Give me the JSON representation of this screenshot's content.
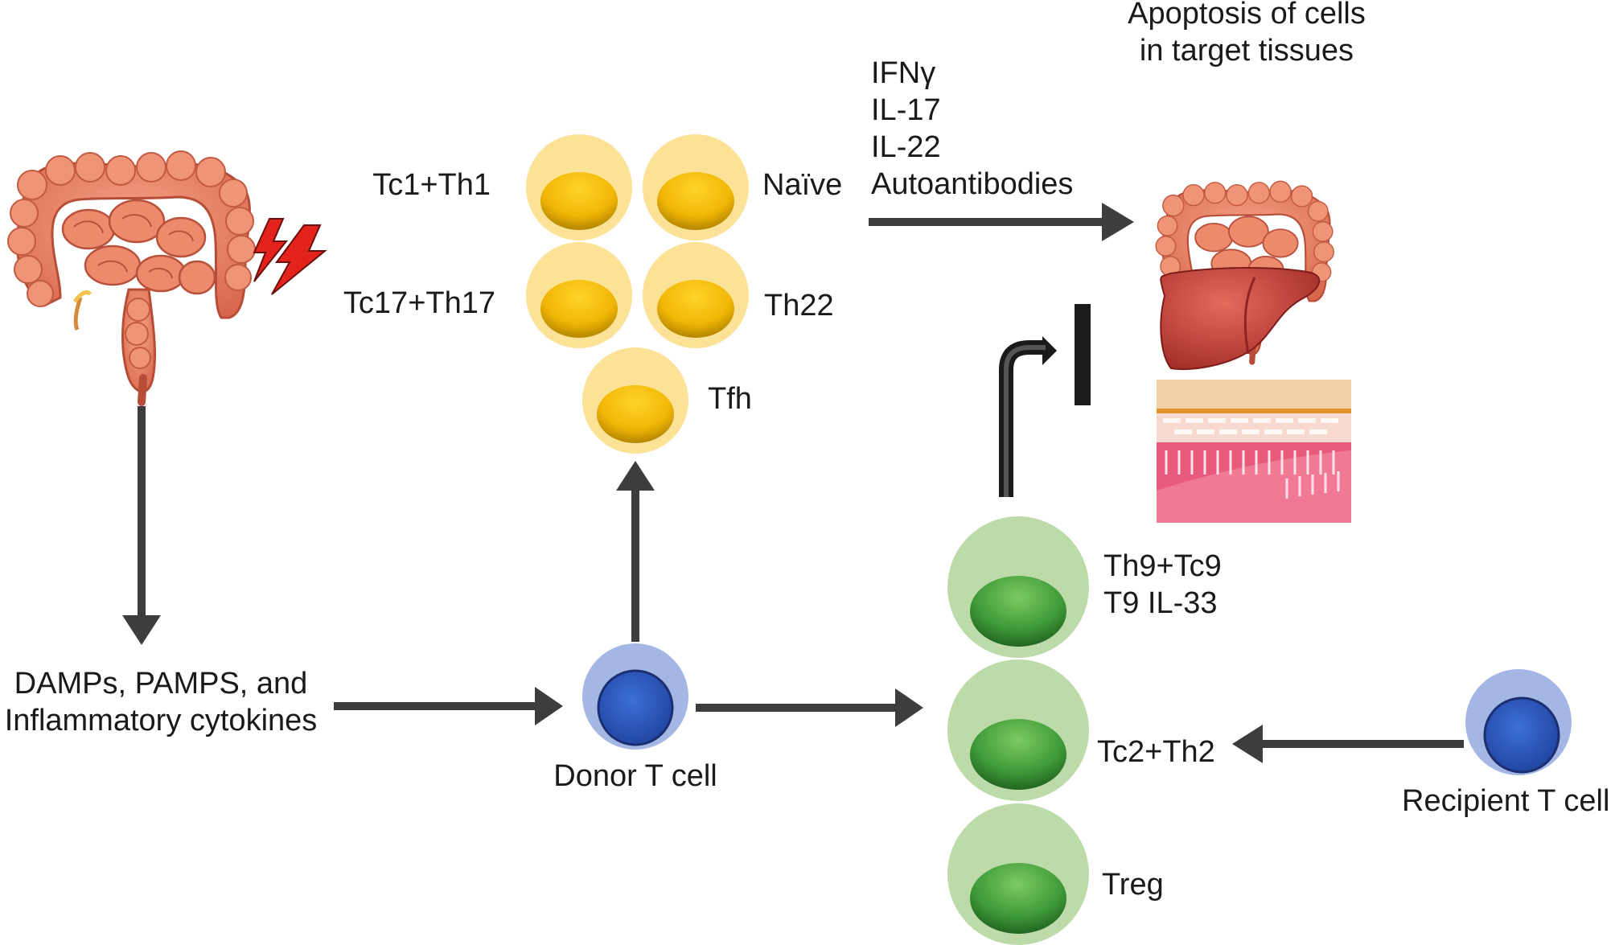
{
  "labels": {
    "tc1_th1": "Tc1+Th1",
    "naive": "Naïve",
    "tc17_th17": "Tc17+Th17",
    "th22": "Th22",
    "tfh": "Tfh",
    "cytokines": [
      "IFNγ",
      "IL-17",
      "IL-22",
      "Autoantibodies"
    ],
    "apoptosis": [
      "Apoptosis of cells",
      "in target tissues"
    ],
    "damps": [
      "DAMPs, PAMPS, and",
      "Inflammatory cytokines"
    ],
    "donor_t_cell": "Donor T cell",
    "th9_tc9": [
      "Th9+Tc9",
      "T9 IL-33"
    ],
    "tc2_th2": "Tc2+Th2",
    "treg": "Treg",
    "recipient_t_cell": "Recipient T cell"
  },
  "colors": {
    "effector_cell_outer": "#fbe296",
    "effector_cell_nucleus": "#f2b705",
    "regulatory_cell_outer": "#bcdba9",
    "regulatory_cell_nucleus": "#3f9a38",
    "t_cell_outer": "#a4b7e4",
    "t_cell_nucleus": "#3160c6",
    "arrow": "#3d3d3d",
    "intestine": "#ec8468",
    "liver": "#c8433a",
    "skin_top": "#f2d1a6",
    "skin_deep": "#e75a79",
    "lightning": "#e4221c"
  },
  "icons": [
    "intestine-icon",
    "lightning-icon",
    "liver-icon",
    "skin-tissue-icon",
    "inhibition-bar-icon"
  ]
}
